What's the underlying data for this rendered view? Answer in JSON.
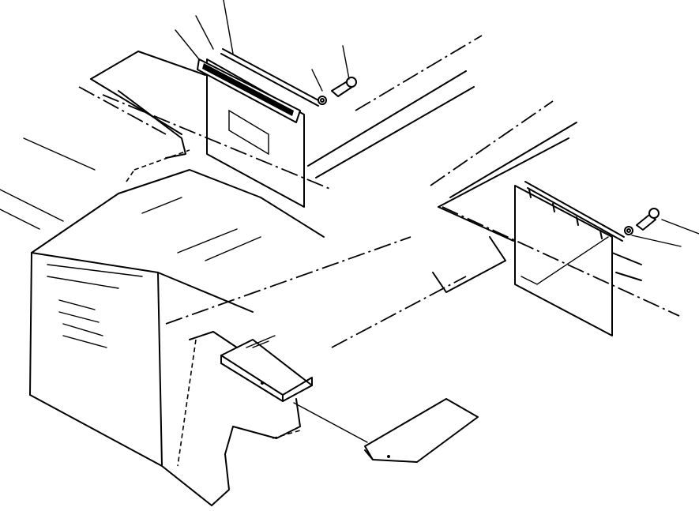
{
  "diagram": {
    "kind": "exploded-parts-illustration",
    "parts": [
      {
        "id": "mudflap-left",
        "icon": "mud-flap"
      },
      {
        "id": "mudflap-right",
        "icon": "mud-flap"
      },
      {
        "id": "mounting-bar-left",
        "icon": "bolt-strip"
      },
      {
        "id": "mounting-bar-right",
        "icon": "bolt-strip"
      },
      {
        "id": "bolt-left",
        "icon": "bolt"
      },
      {
        "id": "washer-left",
        "icon": "washer"
      },
      {
        "id": "bolt-right",
        "icon": "bolt"
      },
      {
        "id": "washer-right",
        "icon": "washer"
      },
      {
        "id": "step-plate",
        "icon": "step"
      },
      {
        "id": "step-pad",
        "icon": "pad"
      }
    ],
    "callouts": 9
  }
}
